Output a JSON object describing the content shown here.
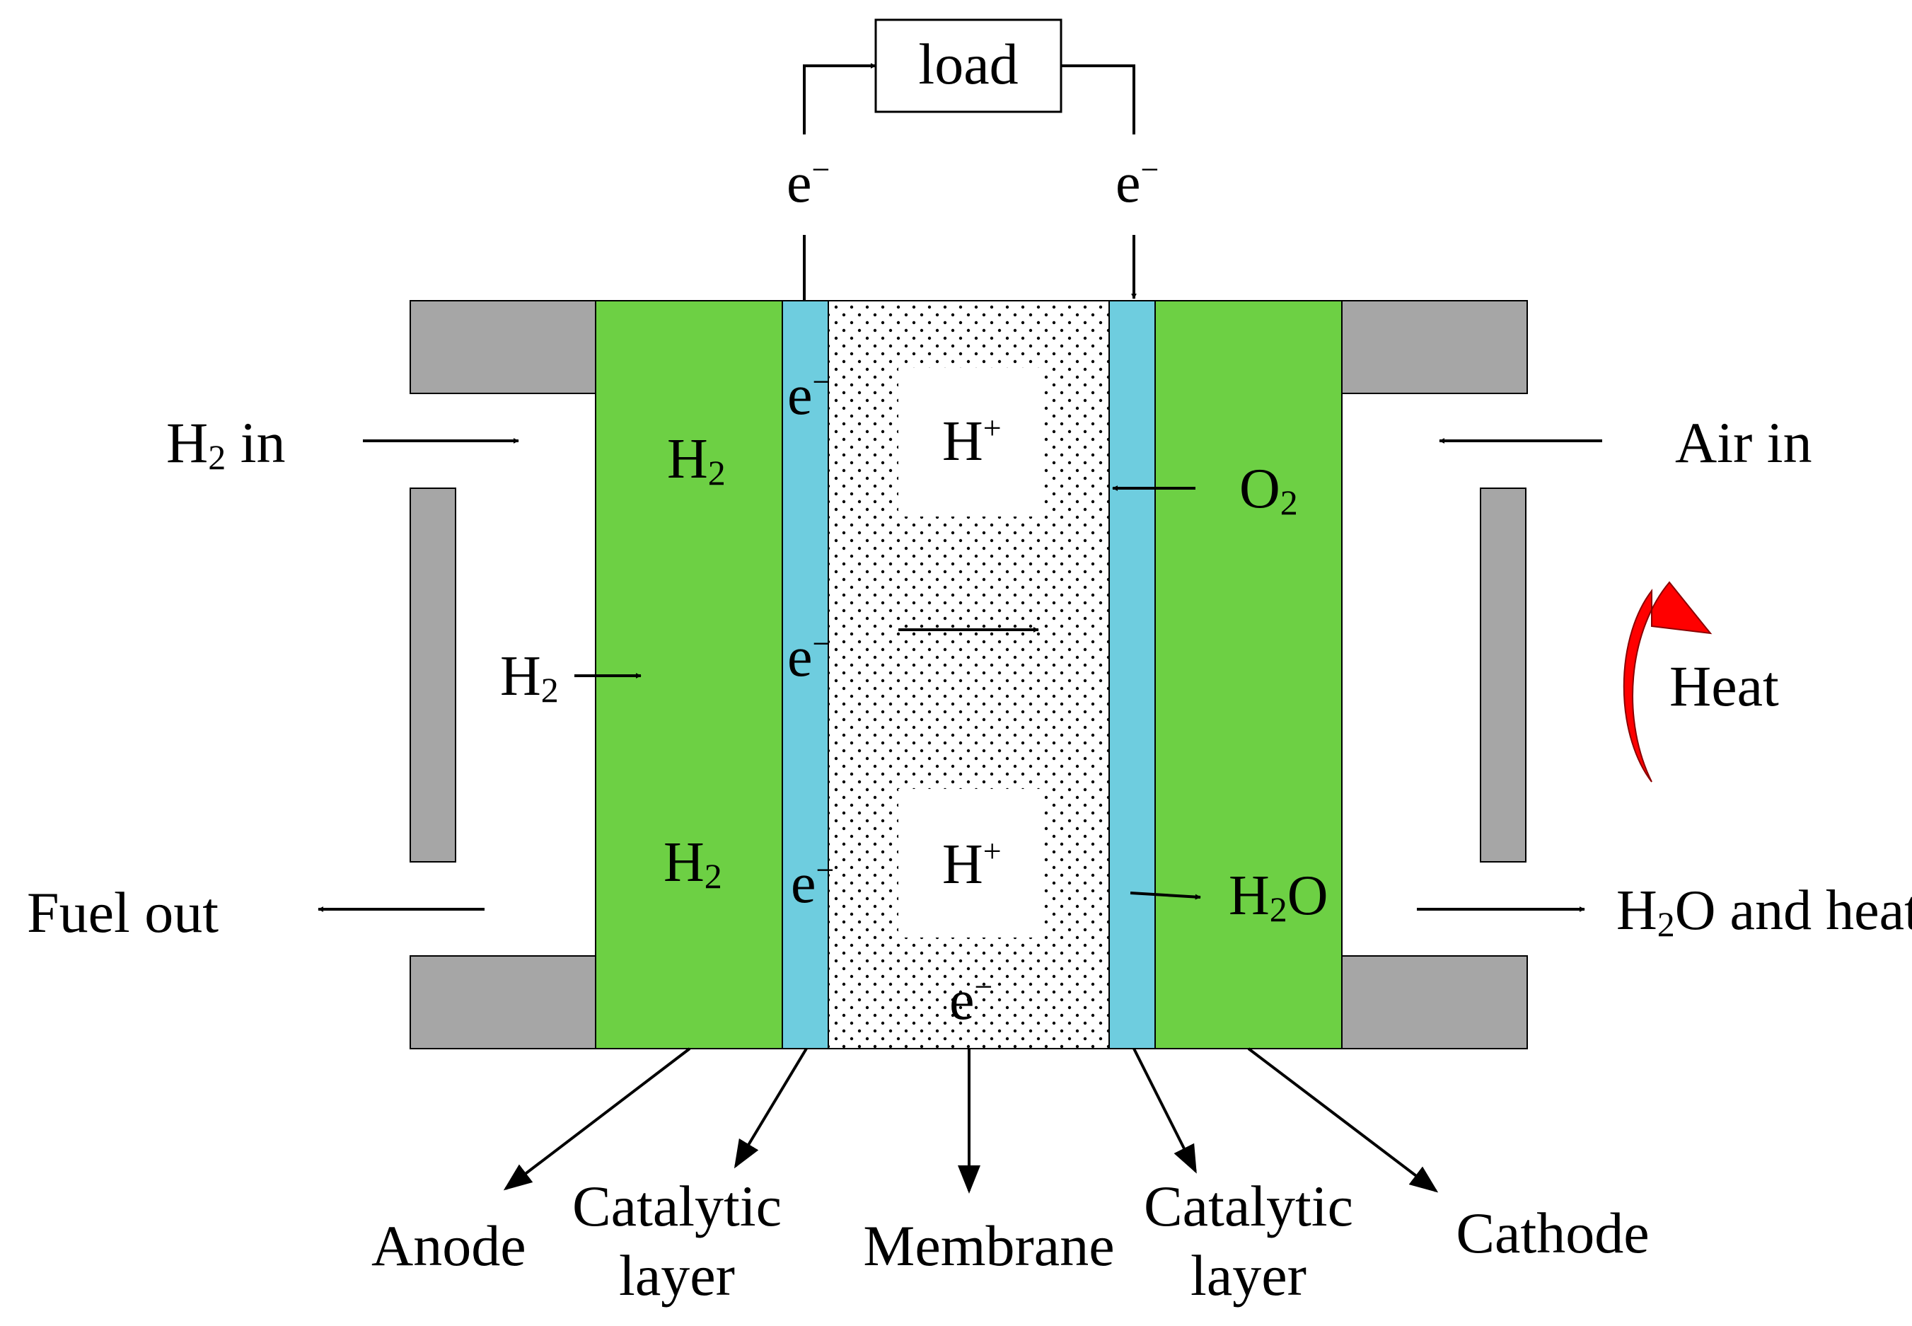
{
  "load": "load",
  "electron": "e",
  "electron_charge": "−",
  "proton": "H",
  "proton_charge": "+",
  "hydrogen": "H",
  "oxygen": "O",
  "water_o": "O",
  "subscript_two": "2",
  "inlets": {
    "h2_in_prefix": "H",
    "h2_in_suffix": " in",
    "air_in": "Air in",
    "fuel_out": "Fuel out",
    "h2o_heat_prefix": "H",
    "h2o_heat_suffix": "O and heat",
    "heat": "Heat"
  },
  "components": {
    "anode": "Anode",
    "catalytic_left_1": "Catalytic",
    "catalytic_left_2": "layer",
    "membrane": "Membrane",
    "catalytic_right_1": "Catalytic",
    "catalytic_right_2": "layer",
    "cathode": "Cathode"
  },
  "colors": {
    "electrode": "#6dd044",
    "catalyst": "#6ecddf",
    "plate": "#a6a6a6",
    "heat_arrow": "#ff0000"
  }
}
